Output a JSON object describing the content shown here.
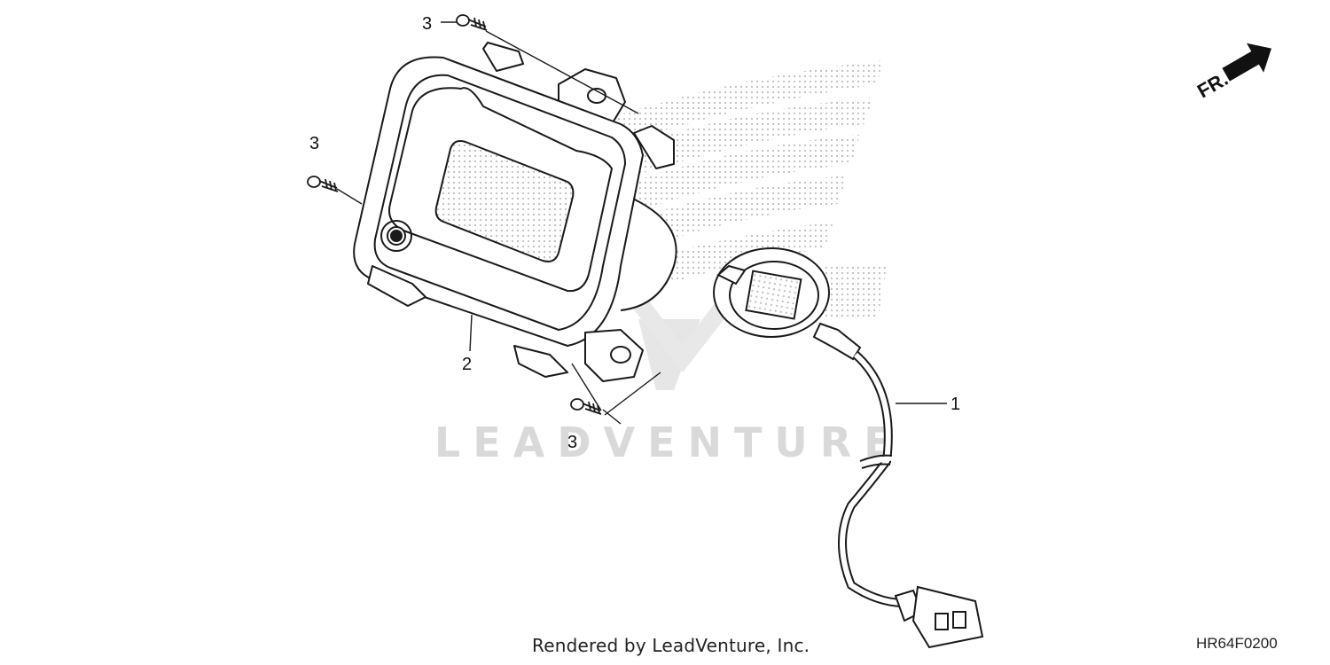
{
  "diagram": {
    "watermark": "LEADVENTURE",
    "direction_label": "FR.",
    "callouts": {
      "harness": "1",
      "meter": "2",
      "screw": "3"
    }
  },
  "footer": {
    "rendered_by": "Rendered by LeadVenture, Inc.",
    "diagram_code": "HR64F0200"
  },
  "colors": {
    "line": "#1a1a1a",
    "watermark": "#d9d9d9",
    "stipple": "#bdbdbd"
  }
}
